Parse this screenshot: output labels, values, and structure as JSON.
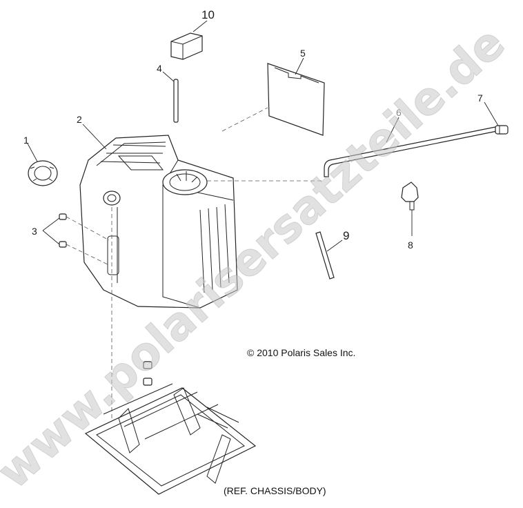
{
  "callouts": [
    {
      "id": "1",
      "label": "1"
    },
    {
      "id": "2",
      "label": "2"
    },
    {
      "id": "3",
      "label": "3"
    },
    {
      "id": "4",
      "label": "4"
    },
    {
      "id": "5",
      "label": "5"
    },
    {
      "id": "6",
      "label": "6"
    },
    {
      "id": "7",
      "label": "7"
    },
    {
      "id": "8",
      "label": "8"
    },
    {
      "id": "9",
      "label": "9"
    },
    {
      "id": "10",
      "label": "10"
    }
  ],
  "copyright": "© 2010 Polaris Sales Inc.",
  "reference_note": "(REF. CHASSIS/BODY)",
  "watermark": "www.polarisersatzteile.de"
}
